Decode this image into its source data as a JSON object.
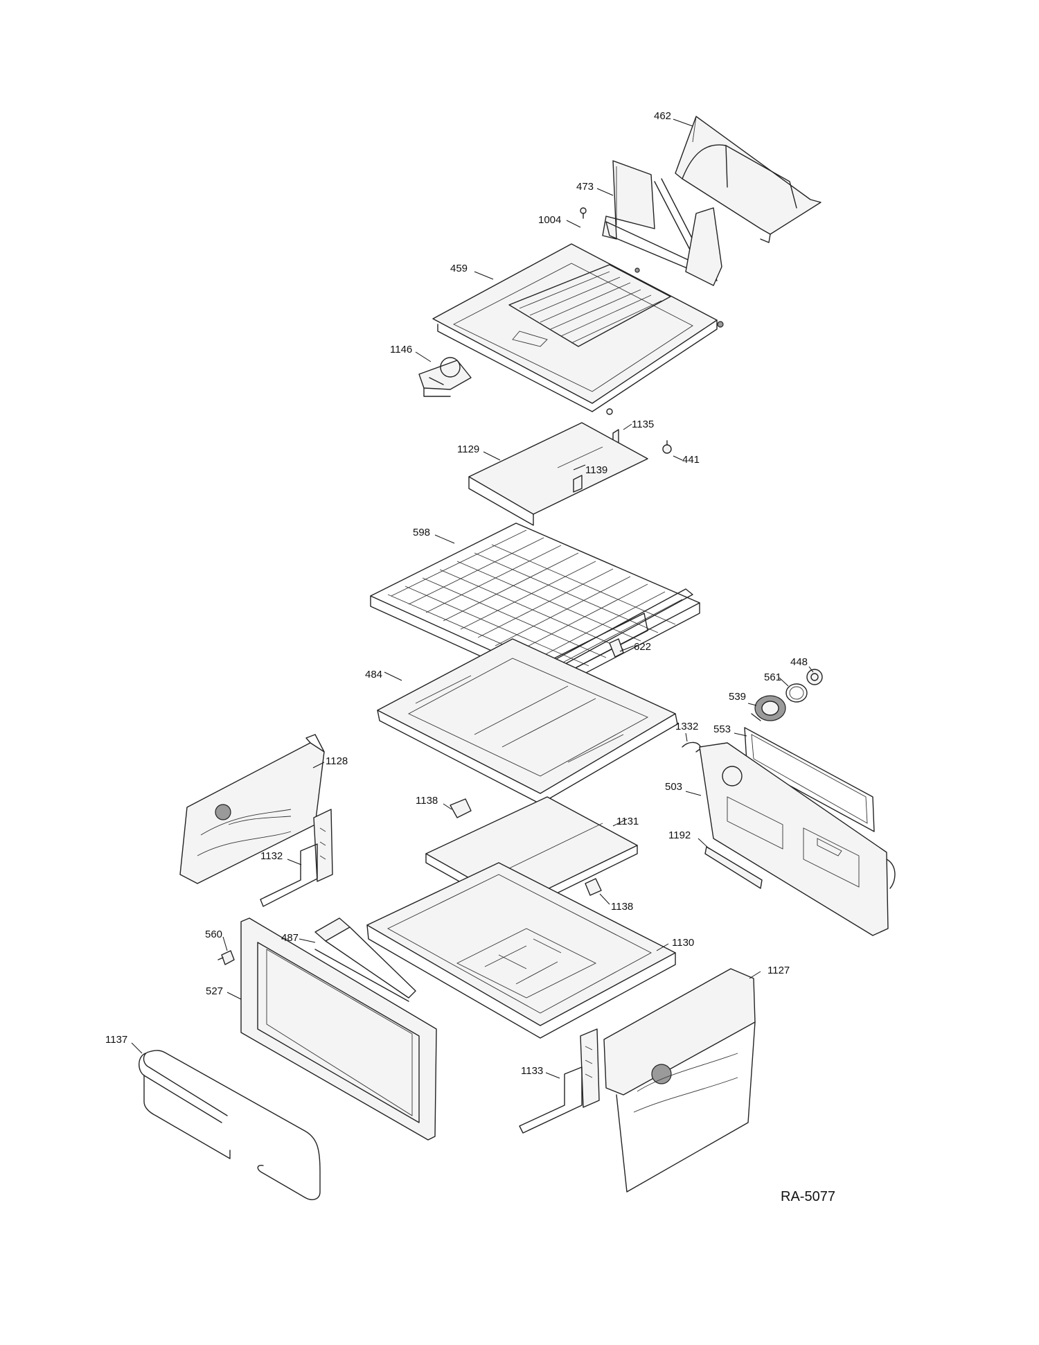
{
  "diagram": {
    "reference_code": "RA-5077",
    "parts": [
      {
        "id": "p462",
        "number": "462"
      },
      {
        "id": "p473",
        "number": "473"
      },
      {
        "id": "p1004",
        "number": "1004"
      },
      {
        "id": "p459",
        "number": "459"
      },
      {
        "id": "p1146",
        "number": "1146"
      },
      {
        "id": "p1135",
        "number": "1135"
      },
      {
        "id": "p1129",
        "number": "1129"
      },
      {
        "id": "p441",
        "number": "441"
      },
      {
        "id": "p1139",
        "number": "1139"
      },
      {
        "id": "p598",
        "number": "598"
      },
      {
        "id": "p622",
        "number": "622"
      },
      {
        "id": "p448",
        "number": "448"
      },
      {
        "id": "p484",
        "number": "484"
      },
      {
        "id": "p561",
        "number": "561"
      },
      {
        "id": "p539",
        "number": "539"
      },
      {
        "id": "p1332",
        "number": "1332"
      },
      {
        "id": "p553",
        "number": "553"
      },
      {
        "id": "p1128",
        "number": "1128"
      },
      {
        "id": "p503",
        "number": "503"
      },
      {
        "id": "p1138a",
        "number": "1138"
      },
      {
        "id": "p1131",
        "number": "1131"
      },
      {
        "id": "p1192",
        "number": "1192"
      },
      {
        "id": "p1132",
        "number": "1132"
      },
      {
        "id": "p1138b",
        "number": "1138"
      },
      {
        "id": "p560",
        "number": "560"
      },
      {
        "id": "p487",
        "number": "487"
      },
      {
        "id": "p1130",
        "number": "1130"
      },
      {
        "id": "p527",
        "number": "527"
      },
      {
        "id": "p1127",
        "number": "1127"
      },
      {
        "id": "p1137",
        "number": "1137"
      },
      {
        "id": "p1133",
        "number": "1133"
      }
    ]
  }
}
